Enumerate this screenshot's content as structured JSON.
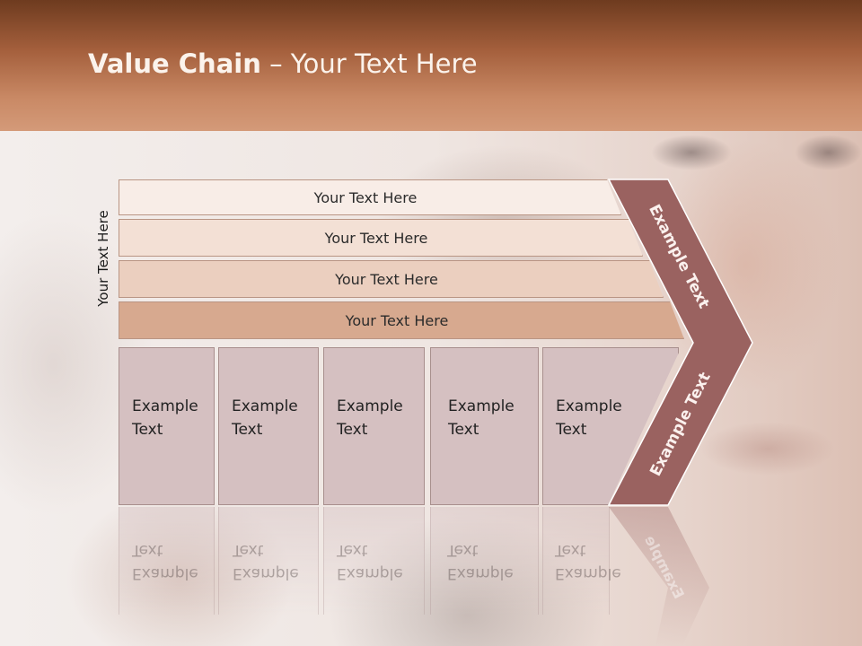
{
  "title": {
    "bold": "Value Chain",
    "rest": " – Your Text Here"
  },
  "side_label": "Your Text Here",
  "bars": [
    {
      "label": "Your Text Here"
    },
    {
      "label": "Your Text Here"
    },
    {
      "label": "Your Text Here"
    },
    {
      "label": "Your Text Here"
    }
  ],
  "columns": [
    {
      "line1": "Example",
      "line2": "Text"
    },
    {
      "line1": "Example",
      "line2": "Text"
    },
    {
      "line1": "Example",
      "line2": "Text"
    },
    {
      "line1": "Example",
      "line2": "Text"
    },
    {
      "line1": "Example",
      "line2": "Text"
    }
  ],
  "chevron": {
    "upper": "Example Text",
    "lower": "Example Text",
    "reflection": "Example"
  },
  "colors": {
    "header": "#a45f3c",
    "chevron": "#9a6260",
    "column": "#d5c0c1"
  }
}
